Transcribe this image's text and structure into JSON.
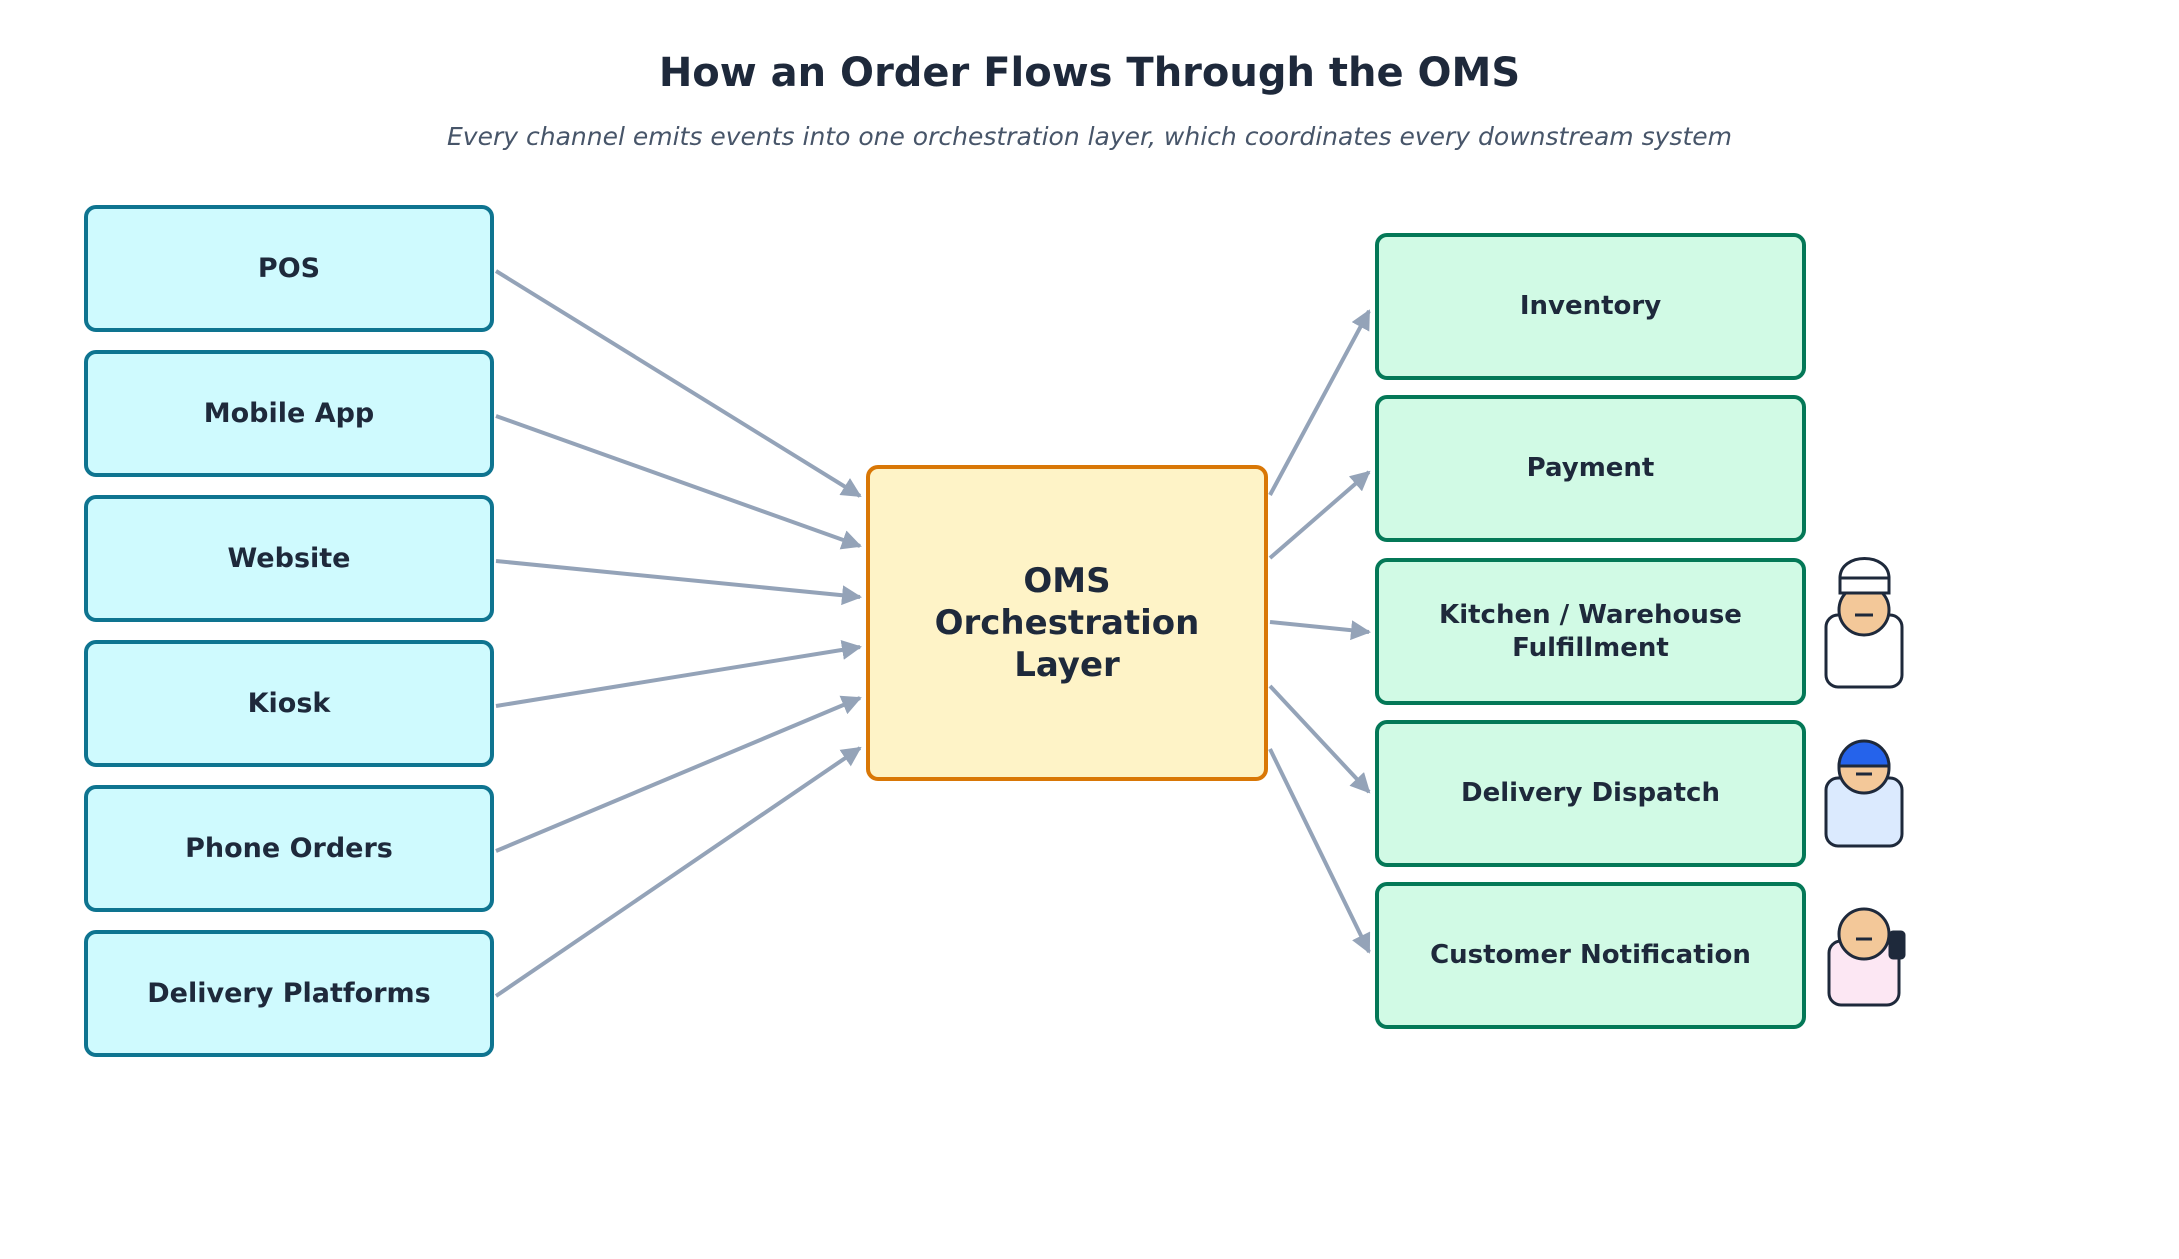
{
  "title": "How an Order Flows Through the OMS",
  "subtitle": "Every channel emits events into one orchestration layer, which coordinates every downstream system",
  "sources": [
    {
      "label": "POS"
    },
    {
      "label": "Mobile App"
    },
    {
      "label": "Website"
    },
    {
      "label": "Kiosk"
    },
    {
      "label": "Phone Orders"
    },
    {
      "label": "Delivery Platforms"
    }
  ],
  "hub": {
    "label": "OMS Orchestration Layer"
  },
  "destinations": [
    {
      "label": "Inventory"
    },
    {
      "label": "Payment"
    },
    {
      "label": "Kitchen / Warehouse Fulfillment",
      "icon": "chef-icon"
    },
    {
      "label": "Delivery Dispatch",
      "icon": "courier-icon"
    },
    {
      "label": "Customer Notification",
      "icon": "customer-phone-icon"
    }
  ],
  "colors": {
    "source_fill": "#cffafe",
    "source_border": "#0e7490",
    "hub_fill": "#fef3c7",
    "hub_border": "#d97706",
    "dest_fill": "#d1fae5",
    "dest_border": "#047857",
    "arrow": "#94a3b8"
  }
}
